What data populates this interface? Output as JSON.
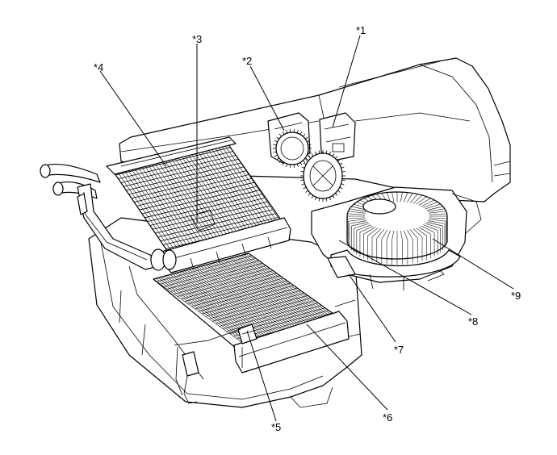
{
  "callouts": {
    "c1": "*1",
    "c2": "*2",
    "c3": "*3",
    "c4": "*4",
    "c5": "*5",
    "c6": "*6",
    "c7": "*7",
    "c8": "*8",
    "c9": "*9"
  }
}
